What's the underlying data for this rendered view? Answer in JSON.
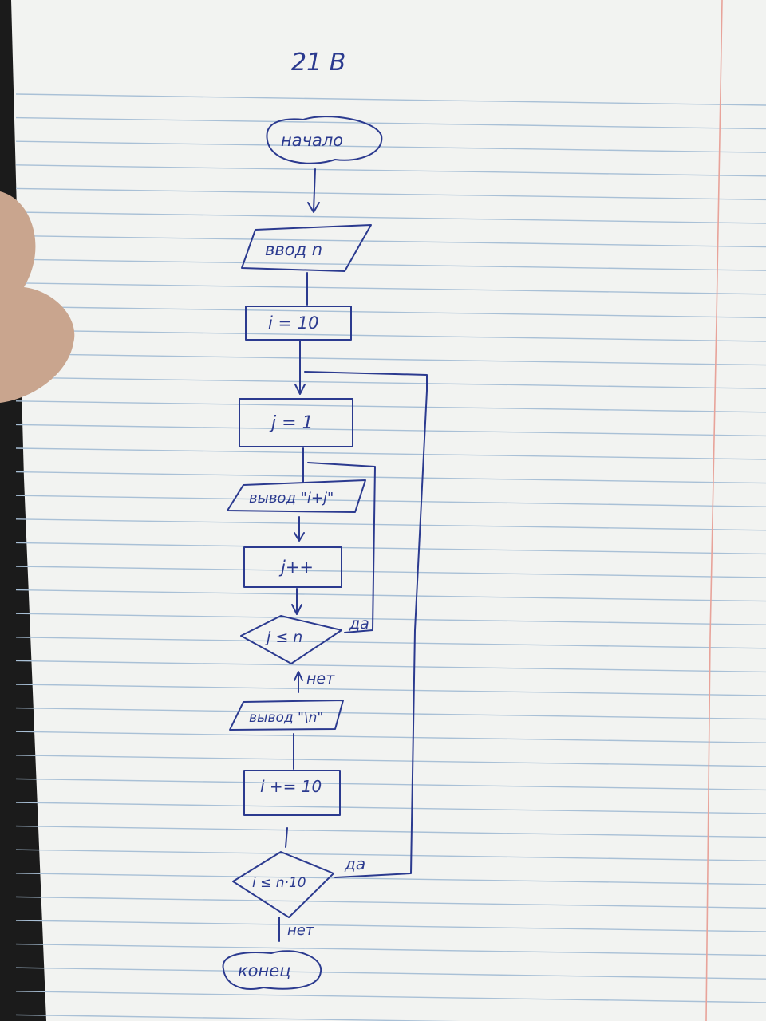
{
  "page_heading": "21 В",
  "flowchart": {
    "start": "начало",
    "input": "ввод n",
    "init_i": "i = 10",
    "init_j": "j = 1",
    "output_ij": "вывод \"i+j\"",
    "inc_j": "j++",
    "cond_j": "j ≤ n",
    "cond_j_yes": "да",
    "cond_j_no": "нет",
    "output_n": "вывод \"\\n\"",
    "inc_i": "i += 10",
    "cond_i": "i ≤ n·10",
    "cond_i_yes": "да",
    "cond_i_no": "нет",
    "end": "конец"
  },
  "colors": {
    "ink": "#2b3a8f",
    "paper": "#f3f4f2",
    "rule_line": "#a9c0d6",
    "margin_line": "#e8a39a",
    "skin": "#c9a58e",
    "background": "#1a1a1a"
  }
}
